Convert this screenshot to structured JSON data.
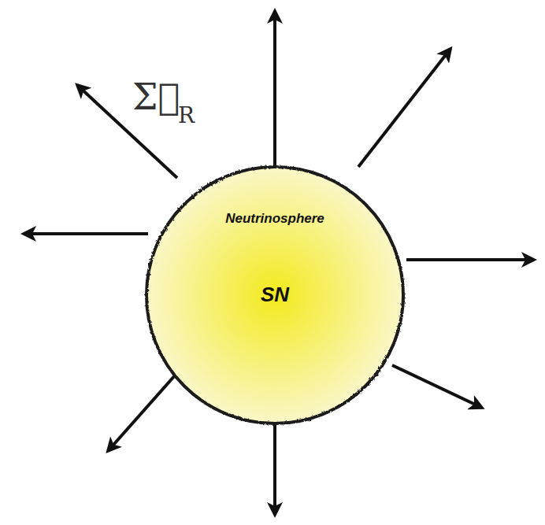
{
  "diagram": {
    "nodes": [
      {
        "text": [
          "Neutrinosphere",
          "SN"
        ]
      }
    ],
    "labels": [
      "Σ⃗",
      "R"
    ]
  }
}
